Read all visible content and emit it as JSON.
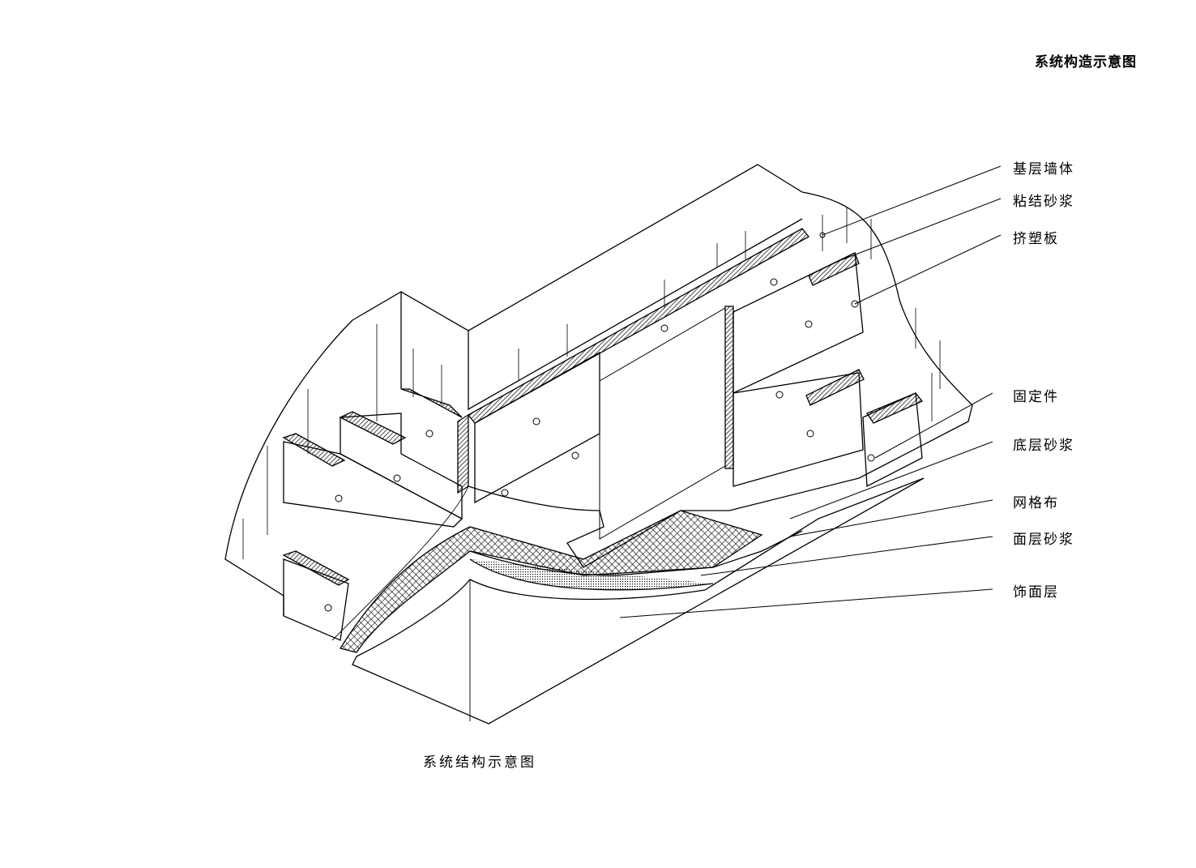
{
  "title": "系统构造示意图",
  "caption": "系统结构示意图",
  "labels": [
    {
      "id": "base-wall",
      "text": "基层墙体"
    },
    {
      "id": "bonding-mortar",
      "text": "粘结砂浆"
    },
    {
      "id": "xps-board",
      "text": "挤塑板"
    },
    {
      "id": "fastener",
      "text": "固定件"
    },
    {
      "id": "base-mortar",
      "text": "底层砂浆"
    },
    {
      "id": "mesh-cloth",
      "text": "网格布"
    },
    {
      "id": "surface-mortar",
      "text": "面层砂浆"
    },
    {
      "id": "finish-layer",
      "text": "饰面层"
    }
  ]
}
